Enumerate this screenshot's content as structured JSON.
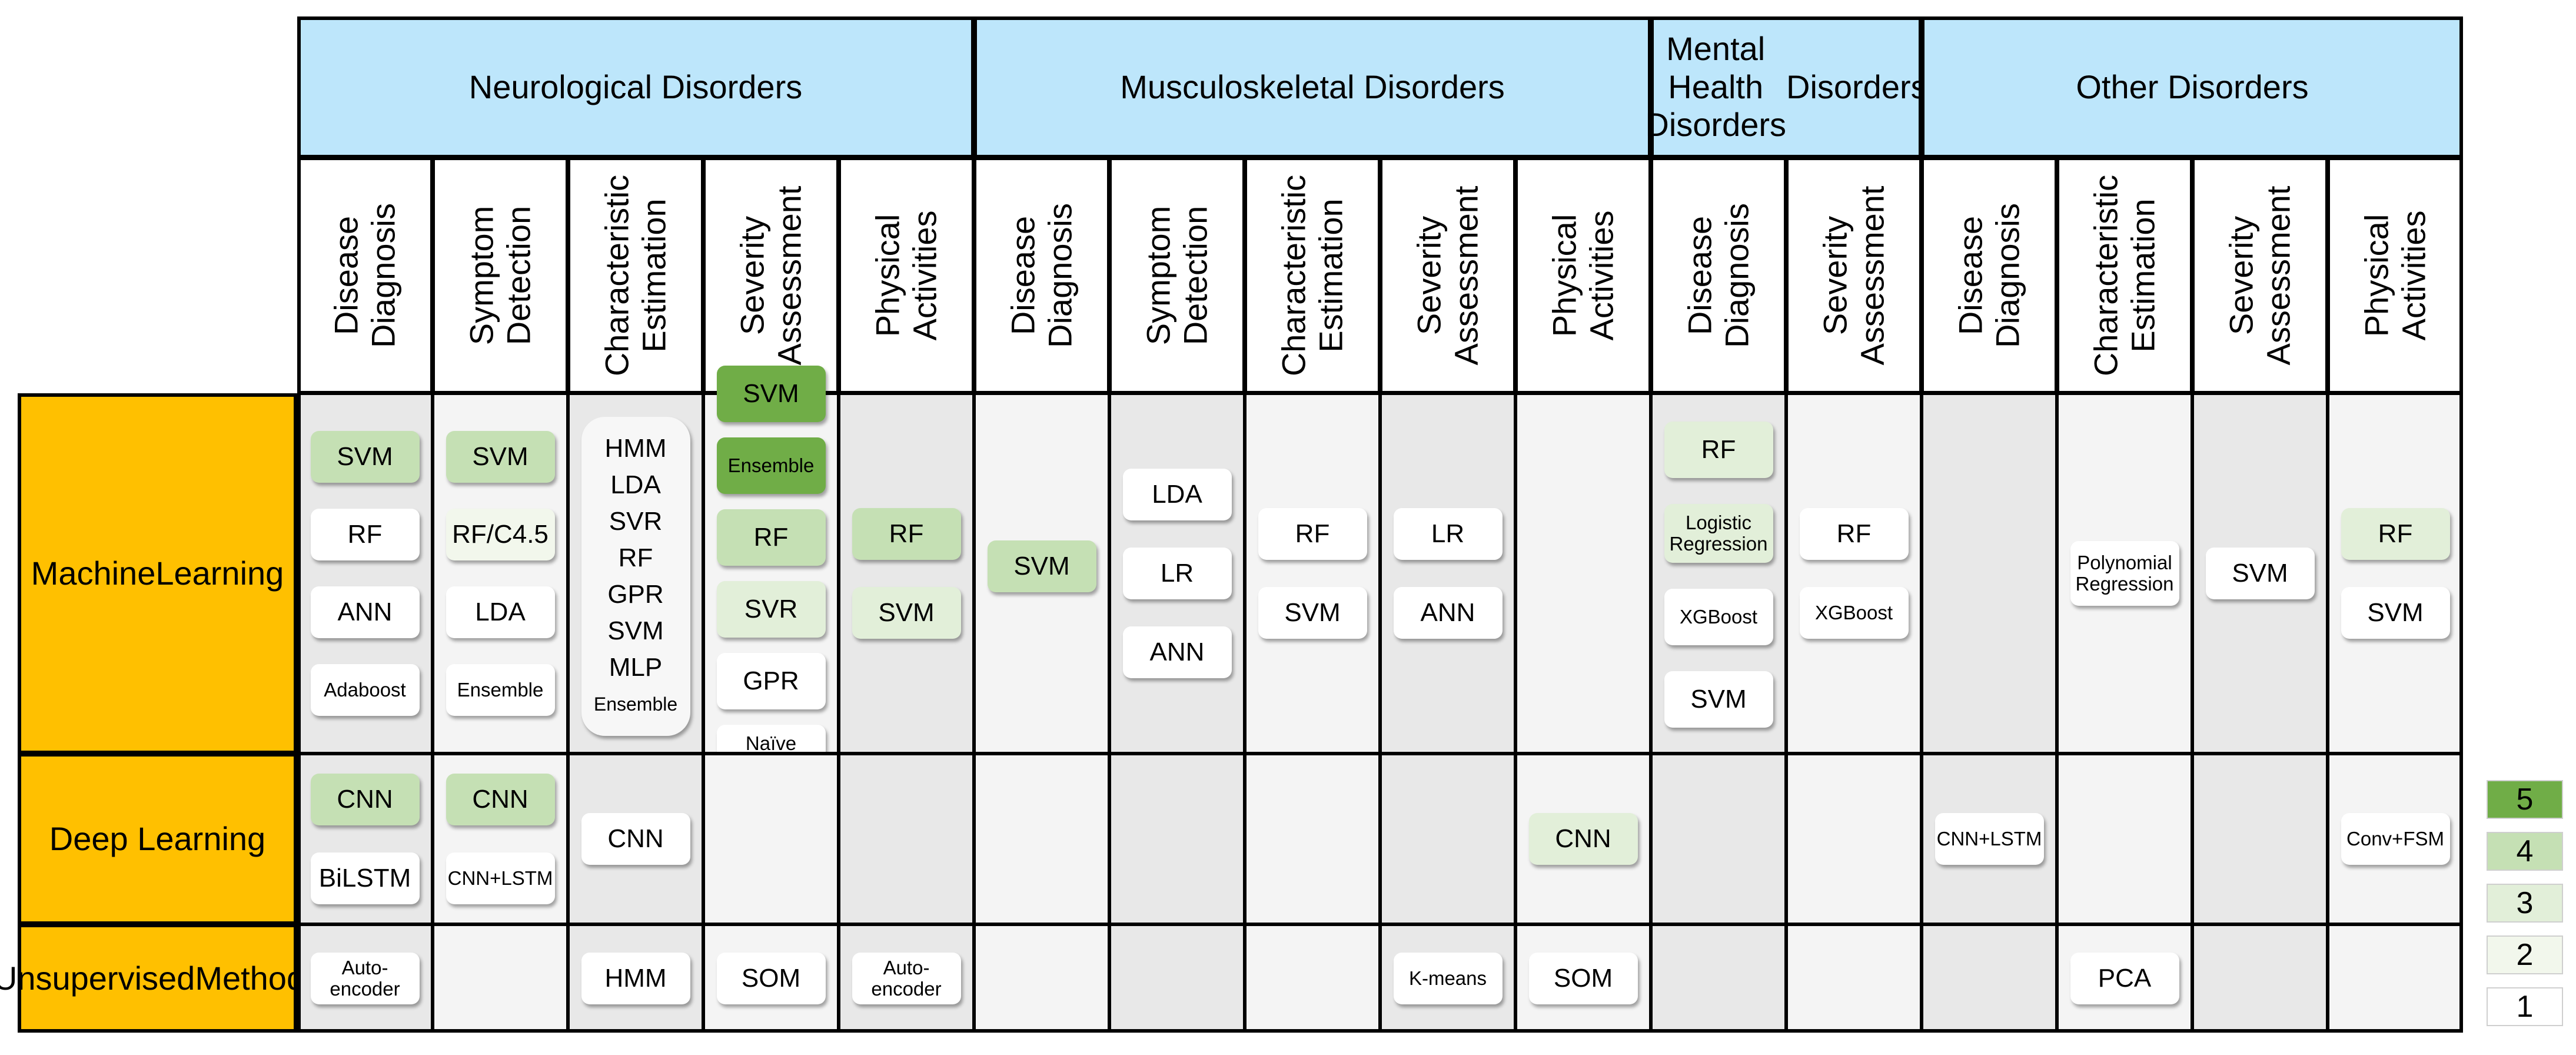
{
  "groups": [
    {
      "label": "Neurological Disorders"
    },
    {
      "label": "Musculoskeletal Disorders"
    },
    {
      "label": "Mental Health Disorders"
    },
    {
      "label": "Other Disorders"
    }
  ],
  "subcolumns": [
    {
      "group": 0,
      "lines": [
        "Disease",
        "Diagnosis"
      ]
    },
    {
      "group": 0,
      "lines": [
        "Symptom",
        "Detection"
      ]
    },
    {
      "group": 0,
      "lines": [
        "Characteristic",
        "Estimation"
      ]
    },
    {
      "group": 0,
      "lines": [
        "Severity",
        "Assessment"
      ]
    },
    {
      "group": 0,
      "lines": [
        "Physical",
        "Activities"
      ]
    },
    {
      "group": 1,
      "lines": [
        "Disease",
        "Diagnosis"
      ]
    },
    {
      "group": 1,
      "lines": [
        "Symptom",
        "Detection"
      ]
    },
    {
      "group": 1,
      "lines": [
        "Characteristic",
        "Estimation"
      ]
    },
    {
      "group": 1,
      "lines": [
        "Severity",
        "Assessment"
      ]
    },
    {
      "group": 1,
      "lines": [
        "Physical",
        "Activities"
      ]
    },
    {
      "group": 2,
      "lines": [
        "Disease",
        "Diagnosis"
      ]
    },
    {
      "group": 2,
      "lines": [
        "Severity",
        "Assessment"
      ]
    },
    {
      "group": 3,
      "lines": [
        "Disease",
        "Diagnosis"
      ]
    },
    {
      "group": 3,
      "lines": [
        "Characteristic",
        "Estimation"
      ]
    },
    {
      "group": 3,
      "lines": [
        "Severity",
        "Assessment"
      ]
    },
    {
      "group": 3,
      "lines": [
        "Physical",
        "Activities"
      ]
    }
  ],
  "rows": [
    {
      "label": [
        "Machine",
        "Learning"
      ]
    },
    {
      "label": [
        "Deep Learning"
      ]
    },
    {
      "label": [
        "Unsupervised",
        "Methods"
      ]
    }
  ],
  "cells": {
    "0": {
      "0": [
        {
          "t": "SVM",
          "l": 4
        },
        {
          "t": "RF",
          "l": 1
        },
        {
          "t": "ANN",
          "l": 1
        },
        {
          "t": "Adaboost",
          "l": 1,
          "s": true
        }
      ],
      "1": [
        {
          "t": "SVM",
          "l": 4
        },
        {
          "t": "RF/C4.5",
          "l": 2
        },
        {
          "t": "LDA",
          "l": 1
        },
        {
          "t": "Ensemble",
          "l": 1,
          "s": true
        }
      ],
      "2": [
        {
          "t": "HMM",
          "l": 0
        },
        {
          "t": "LDA",
          "l": 0
        },
        {
          "t": "SVR",
          "l": 0
        },
        {
          "t": "RF",
          "l": 0
        },
        {
          "t": "GPR",
          "l": 0
        },
        {
          "t": "SVM",
          "l": 0
        },
        {
          "t": "MLP",
          "l": 0
        },
        {
          "t": "Ensemble",
          "l": 0,
          "s": true
        }
      ],
      "3": [
        {
          "t": "SVM",
          "l": 5
        },
        {
          "t": "Ensemble",
          "l": 5,
          "s": true
        },
        {
          "t": "RF",
          "l": 4
        },
        {
          "t": "SVR",
          "l": 3
        },
        {
          "t": "GPR",
          "l": 1
        },
        {
          "t": "Naïve Bayesian",
          "l": 1,
          "s": true
        }
      ],
      "4": [
        {
          "t": "RF",
          "l": 4
        },
        {
          "t": "SVM",
          "l": 3
        }
      ],
      "5": [
        {
          "t": "SVM",
          "l": 4
        }
      ],
      "6": [
        {
          "t": "LDA",
          "l": 1
        },
        {
          "t": "LR",
          "l": 1
        },
        {
          "t": "ANN",
          "l": 1
        }
      ],
      "7": [
        {
          "t": "RF",
          "l": 1
        },
        {
          "t": "SVM",
          "l": 1
        }
      ],
      "8": [
        {
          "t": "LR",
          "l": 1
        },
        {
          "t": "ANN",
          "l": 1
        }
      ],
      "9": [],
      "10": [
        {
          "t": "RF",
          "l": 3
        },
        {
          "t": "Logistic Regression",
          "l": 3,
          "s": true
        },
        {
          "t": "XGBoost",
          "l": 1,
          "s": true
        },
        {
          "t": "SVM",
          "l": 1
        }
      ],
      "11": [
        {
          "t": "RF",
          "l": 1
        },
        {
          "t": "XGBoost",
          "l": 1,
          "s": true
        }
      ],
      "12": [],
      "13": [
        {
          "t": "Polynomial Regression",
          "l": 1,
          "s": true
        }
      ],
      "14": [
        {
          "t": "SVM",
          "l": 1
        }
      ],
      "15": [
        {
          "t": "RF",
          "l": 3
        },
        {
          "t": "SVM",
          "l": 1
        }
      ]
    },
    "1": {
      "0": [
        {
          "t": "CNN",
          "l": 4
        },
        {
          "t": "BiLSTM",
          "l": 1
        }
      ],
      "1": [
        {
          "t": "CNN",
          "l": 4
        },
        {
          "t": "CNN+LSTM",
          "l": 1,
          "s": true
        }
      ],
      "2": [
        {
          "t": "CNN",
          "l": 1
        }
      ],
      "3": [],
      "4": [],
      "5": [],
      "6": [],
      "7": [],
      "8": [],
      "9": [
        {
          "t": "CNN",
          "l": 3
        }
      ],
      "10": [],
      "11": [],
      "12": [
        {
          "t": "CNN+LSTM",
          "l": 1,
          "s": true
        }
      ],
      "13": [],
      "14": [],
      "15": [
        {
          "t": "Conv+FSM",
          "l": 1,
          "s": true
        }
      ]
    },
    "2": {
      "0": [
        {
          "t": "Auto-encoder",
          "l": 1,
          "s": true
        }
      ],
      "1": [],
      "2": [
        {
          "t": "HMM",
          "l": 1
        }
      ],
      "3": [
        {
          "t": "SOM",
          "l": 1
        }
      ],
      "4": [
        {
          "t": "Auto-encoder",
          "l": 1,
          "s": true
        }
      ],
      "5": [],
      "6": [],
      "7": [],
      "8": [
        {
          "t": "K-means",
          "l": 1,
          "s": true
        }
      ],
      "9": [
        {
          "t": "SOM",
          "l": 1
        }
      ],
      "10": [],
      "11": [],
      "12": [],
      "13": [
        {
          "t": "PCA",
          "l": 1
        }
      ],
      "14": [],
      "15": []
    }
  },
  "legend": [
    {
      "label": "5",
      "color": "#70ad47"
    },
    {
      "label": "4",
      "color": "#c5e0b4"
    },
    {
      "label": "3",
      "color": "#e2efd9"
    },
    {
      "label": "2",
      "color": "#f2f7ec"
    },
    {
      "label": "1",
      "color": "#ffffff"
    }
  ]
}
